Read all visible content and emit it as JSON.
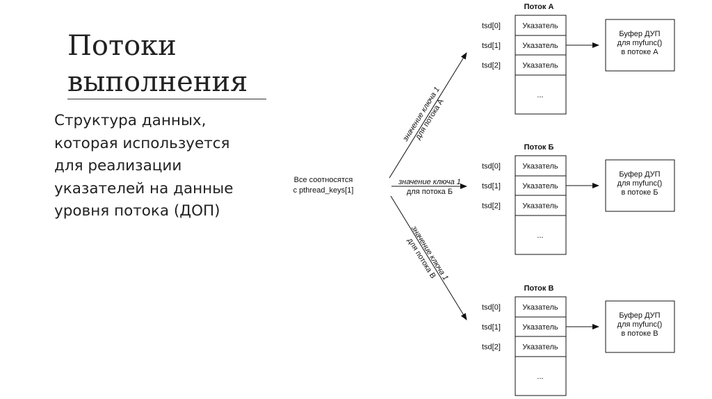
{
  "slide": {
    "title_line1": "Потоки",
    "title_line2": "выполнения",
    "body_lines": [
      "Структура данных,",
      "которая используется",
      "для реализации",
      "указателей на данные",
      "уровня потока (ДОП)"
    ]
  },
  "diagram": {
    "source_line1": "Все соотносятся",
    "source_line2": "с pthread_keys[1]",
    "edges": [
      {
        "line1": "значение ключа 1",
        "line2": "для потока А"
      },
      {
        "line1": "значение ключа 1",
        "line2": "для потока Б"
      },
      {
        "line1": "значение ключа 1",
        "line2": "для потока В"
      }
    ],
    "threads": [
      {
        "title": "Поток А",
        "slots": [
          "tsd[0]",
          "tsd[1]",
          "tsd[2]"
        ],
        "cells": [
          "Указатель",
          "Указатель",
          "Указатель",
          "..."
        ],
        "buffer": [
          "Буфер ДУП",
          "для myfunc()",
          "в потоке А"
        ]
      },
      {
        "title": "Поток Б",
        "slots": [
          "tsd[0]",
          "tsd[1]",
          "tsd[2]"
        ],
        "cells": [
          "Указатель",
          "Указатель",
          "Указатель",
          "..."
        ],
        "buffer": [
          "Буфер ДУП",
          "для myfunc()",
          "в потоке Б"
        ]
      },
      {
        "title": "Поток В",
        "slots": [
          "tsd[0]",
          "tsd[1]",
          "tsd[2]"
        ],
        "cells": [
          "Указатель",
          "Указатель",
          "Указатель",
          "..."
        ],
        "buffer": [
          "Буфер ДУП",
          "для myfunc()",
          "в потоке В"
        ]
      }
    ]
  }
}
